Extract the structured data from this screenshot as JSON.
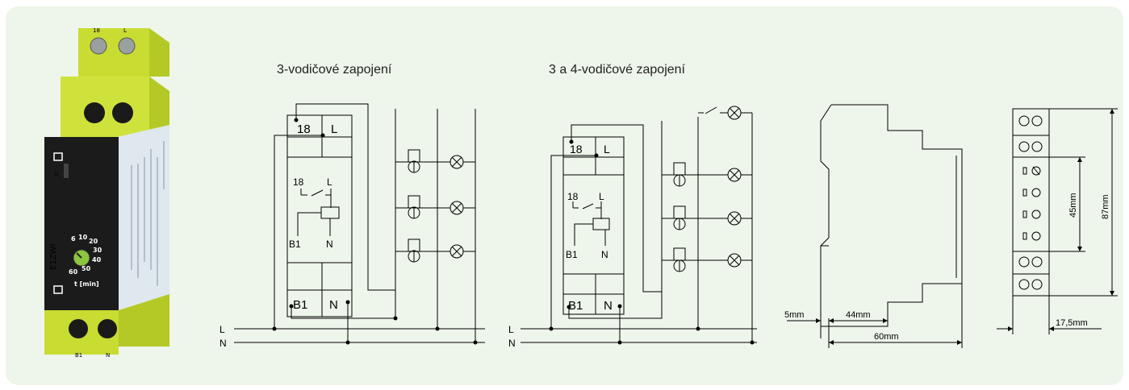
{
  "colors": {
    "background": "#eef5ea",
    "device_body": "#c8dc32",
    "device_front": "#1b1b1b",
    "dial": "#8cc63f"
  },
  "product": {
    "model": "E1ZWI",
    "terminal_top_1": "18",
    "terminal_top_2": "L",
    "terminal_bottom_1": "B1",
    "terminal_bottom_2": "N",
    "u_label": "U",
    "dial_scale": [
      "6",
      "10",
      "20",
      "30",
      "40",
      "50",
      "60"
    ],
    "dial_unit": "t [min]"
  },
  "diagram1": {
    "title": "3-vodičové zapojení",
    "t18": "18",
    "tL": "L",
    "c18": "18",
    "cL": "L",
    "cB1": "B1",
    "cN": "N",
    "tB1": "B1",
    "tN": "N",
    "lineL": "L",
    "lineN": "N"
  },
  "diagram2": {
    "title": "3 a 4-vodičové zapojení",
    "t18": "18",
    "tL": "L",
    "c18": "18",
    "cL": "L",
    "cB1": "B1",
    "cN": "N",
    "tB1": "B1",
    "tN": "N",
    "lineL": "L",
    "lineN": "N"
  },
  "dimensions_side": {
    "d1": "5mm",
    "d2": "44mm",
    "d3": "60mm"
  },
  "dimensions_front": {
    "d1": "45mm",
    "d2": "87mm",
    "d3": "17,5mm"
  }
}
